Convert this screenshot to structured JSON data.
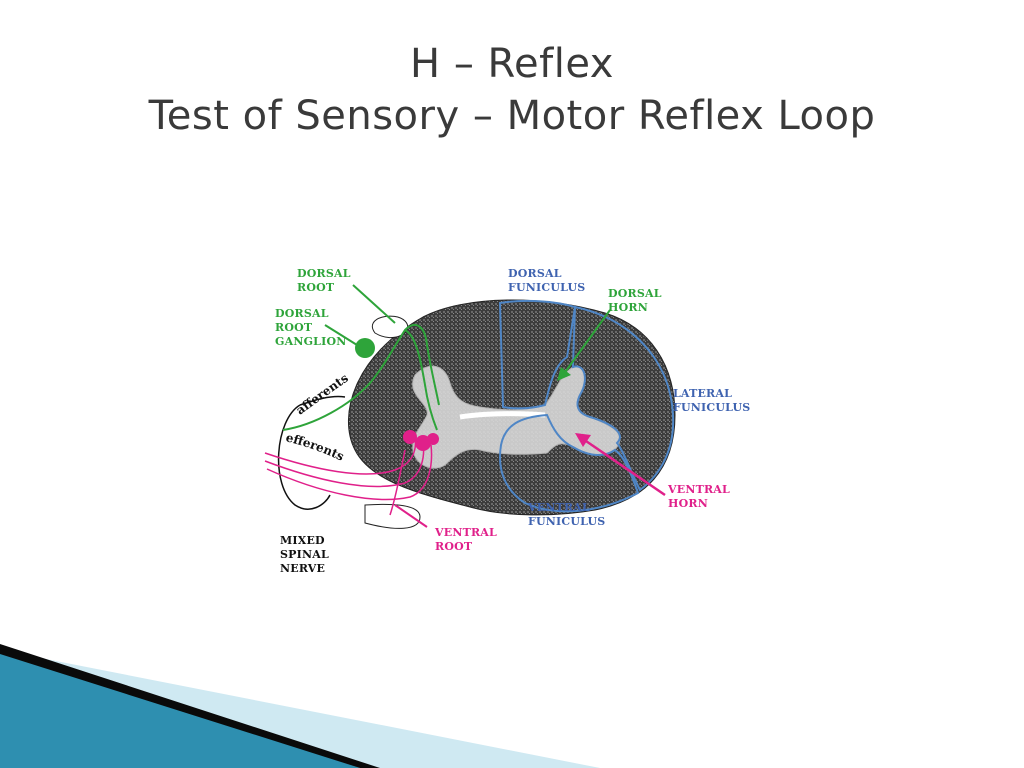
{
  "slide": {
    "title_line1": "H – Reflex",
    "title_line2": "Test of Sensory – Motor Reflex Loop"
  },
  "diagram": {
    "labels": {
      "dorsal_root": "DORSAL\nROOT",
      "dorsal_root_ganglion": "DORSAL\nROOT\nGANGLION",
      "dorsal_funiculus": "DORSAL\nFUNICULUS",
      "dorsal_horn": "DORSAL\nHORN",
      "lateral_funiculus": "LATERAL\nFUNICULUS",
      "ventral_horn": "VENTRAL\nHORN",
      "ventral_funiculus": "VENTRAL\nFUNICULUS",
      "ventral_root": "VENTRAL\nROOT",
      "mixed_spinal_nerve": "MIXED\nSPINAL\nNERVE",
      "afferents": "afferents",
      "efferents": "efferents"
    },
    "colors": {
      "sensory": "#2ea43a",
      "motor": "#e0208a",
      "region_outline": "#4f86c6",
      "tissue": "#3c3c3c",
      "grey_matter": "#d9d9d9"
    }
  },
  "theme": {
    "accent_dark": "#0a0a0a",
    "accent_teal": "#2e8fb0",
    "accent_light": "#cfe9f2"
  }
}
